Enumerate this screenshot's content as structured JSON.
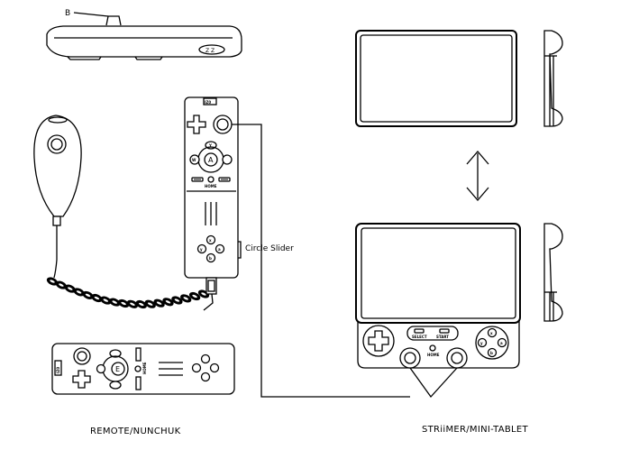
{
  "labels": {
    "b_button": "B",
    "circle_slider": "Circle Slider",
    "caption_left": "REMOTE/NUNCHUK",
    "caption_right": "STRiiMER/MINI-TABLET",
    "home": "HOME",
    "select": "SELECT",
    "start": "START"
  },
  "remote": {
    "brand": "IZ0",
    "a": "A",
    "w": "W",
    "y": "Y",
    "e": "E",
    "face_ring": [
      "x",
      "y",
      "a",
      "b"
    ]
  },
  "nunchuk": {
    "side_label": "Z Z"
  },
  "tablet": {
    "face_ring": [
      "x",
      "y",
      "a",
      "b"
    ]
  },
  "colors": {
    "ink": "#000000",
    "paper": "#ffffff"
  }
}
